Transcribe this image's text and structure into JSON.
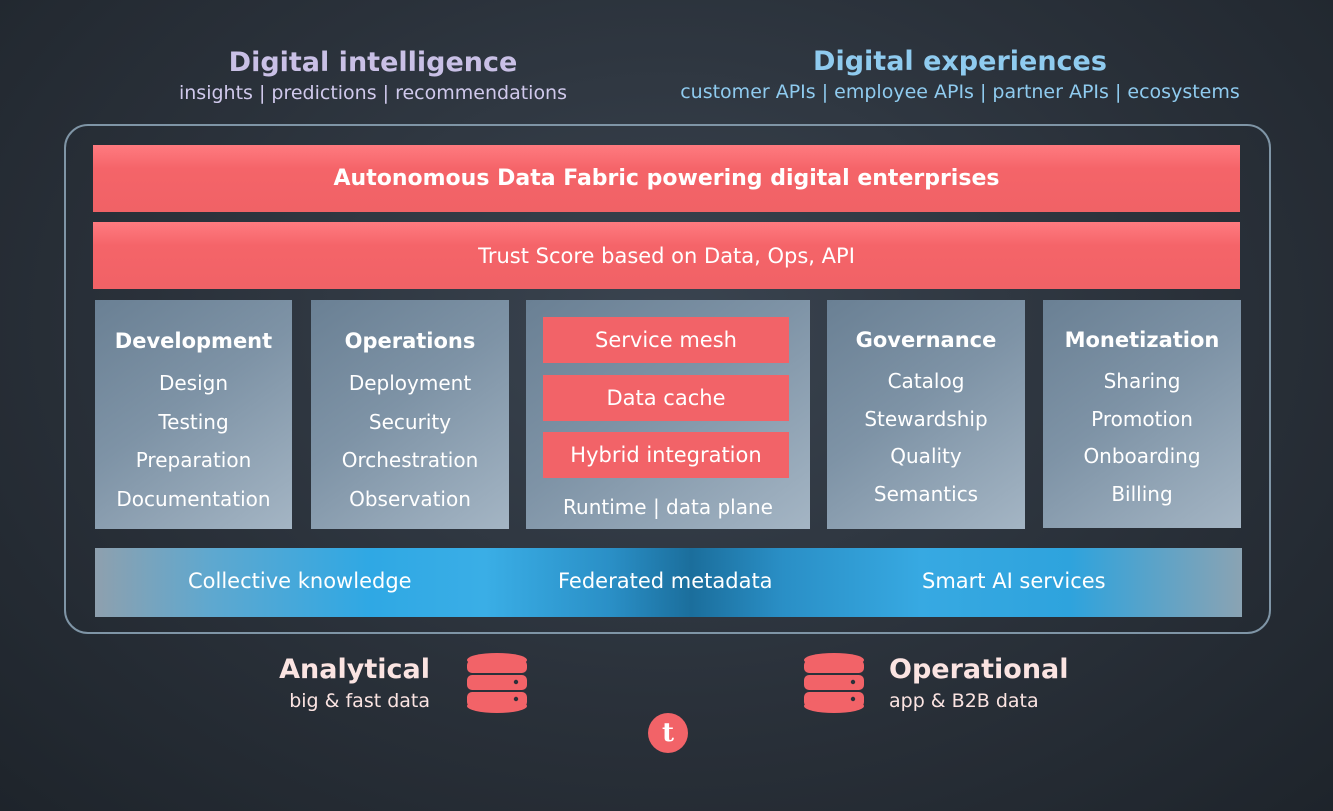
{
  "colors": {
    "accent_red": "#f26368",
    "panel_gray_blue": "#7e93a6",
    "knowledge_blue": "#2fa8e4",
    "left_header": "#c9c0e6",
    "right_header": "#8fcbef",
    "background": "#2a313a"
  },
  "header_left": {
    "title": "Digital intelligence",
    "subtitle": "insights | predictions | recommendations"
  },
  "header_right": {
    "title": "Digital experiences",
    "subtitle": "customer APIs | employee APIs | partner APIs | ecosystems"
  },
  "fabric_band": "Autonomous Data Fabric powering digital enterprises",
  "trust_band": "Trust Score based on Data, Ops, API",
  "columns": {
    "development": {
      "title": "Development",
      "items": [
        "Design",
        "Testing",
        "Preparation",
        "Documentation"
      ]
    },
    "operations": {
      "title": "Operations",
      "items": [
        "Deployment",
        "Security",
        "Orchestration",
        "Observation"
      ]
    },
    "runtime": {
      "boxes": [
        "Service mesh",
        "Data cache",
        "Hybrid integration"
      ],
      "caption": "Runtime | data plane"
    },
    "governance": {
      "title": "Governance",
      "items": [
        "Catalog",
        "Stewardship",
        "Quality",
        "Semantics"
      ]
    },
    "monetization": {
      "title": "Monetization",
      "items": [
        "Sharing",
        "Promotion",
        "Onboarding",
        "Billing"
      ]
    }
  },
  "knowledge_band": [
    "Collective knowledge",
    "Federated metadata",
    "Smart AI services"
  ],
  "stores": {
    "analytical": {
      "title": "Analytical",
      "subtitle": "big & fast data",
      "icon": "database-icon"
    },
    "operational": {
      "title": "Operational",
      "subtitle": "app & B2B data",
      "icon": "database-icon"
    }
  },
  "logo": {
    "letter": "t",
    "icon": "brand-logo-icon"
  }
}
